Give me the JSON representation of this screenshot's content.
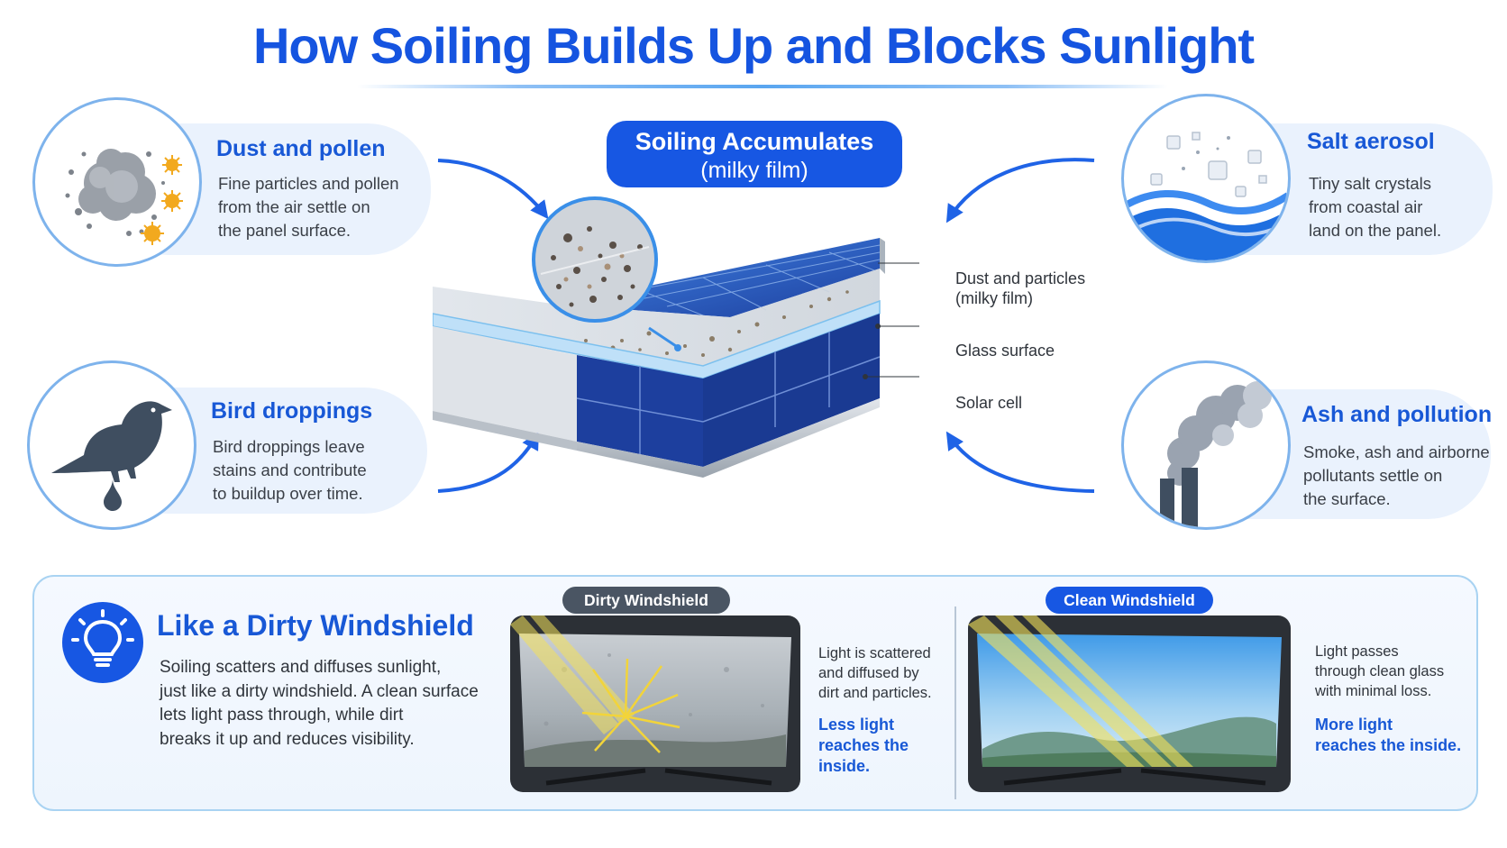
{
  "title": "How Soiling Builds Up and Blocks Sunlight",
  "center": {
    "line1": "Soiling Accumulates",
    "line2": "(milky film)"
  },
  "sources": [
    {
      "title": "Dust and pollen",
      "icon": "dust-pollen-icon",
      "desc": [
        "Fine particles and pollen",
        "from the air settle on",
        "the panel surface."
      ]
    },
    {
      "title": "Bird droppings",
      "icon": "bird-icon",
      "desc": [
        "Bird droppings leave",
        "stains and contribute",
        "to buildup over time."
      ]
    },
    {
      "title": "Salt aerosol",
      "icon": "salt-wave-icon",
      "desc": [
        "Tiny salt crystals",
        "from coastal air",
        "land on the panel."
      ]
    },
    {
      "title": "Ash and pollution",
      "icon": "smokestack-icon",
      "desc": [
        "Smoke, ash and airborne",
        "pollutants settle on",
        "the surface."
      ]
    }
  ],
  "layers": [
    {
      "line1": "Dust and particles",
      "line2": "(milky film)"
    },
    {
      "line1": "Glass surface"
    },
    {
      "line1": "Solar cell"
    }
  ],
  "analogy": {
    "title": "Like a Dirty Windshield",
    "desc": [
      "Soiling scatters and diffuses sunlight,",
      "just like a dirty windshield. A clean surface",
      "lets light pass through, while dirt",
      "breaks it up and reduces visibility."
    ],
    "dirty": {
      "badge": "Dirty Windshield",
      "note": [
        "Light is scattered",
        "and diffused by",
        "dirt and particles."
      ],
      "strong": [
        "Less light",
        "reaches the inside."
      ]
    },
    "clean": {
      "badge": "Clean Windshield",
      "note": [
        "Light passes",
        "through clean glass",
        "with minimal loss."
      ],
      "strong": [
        "More light",
        "reaches the inside."
      ]
    }
  },
  "colors": {
    "accent": "#1757e3",
    "title": "#1554e0",
    "panel_cell": "#1d3f9e",
    "badge_dark": "#4a5563",
    "sun_ray": "#f5e25a"
  }
}
